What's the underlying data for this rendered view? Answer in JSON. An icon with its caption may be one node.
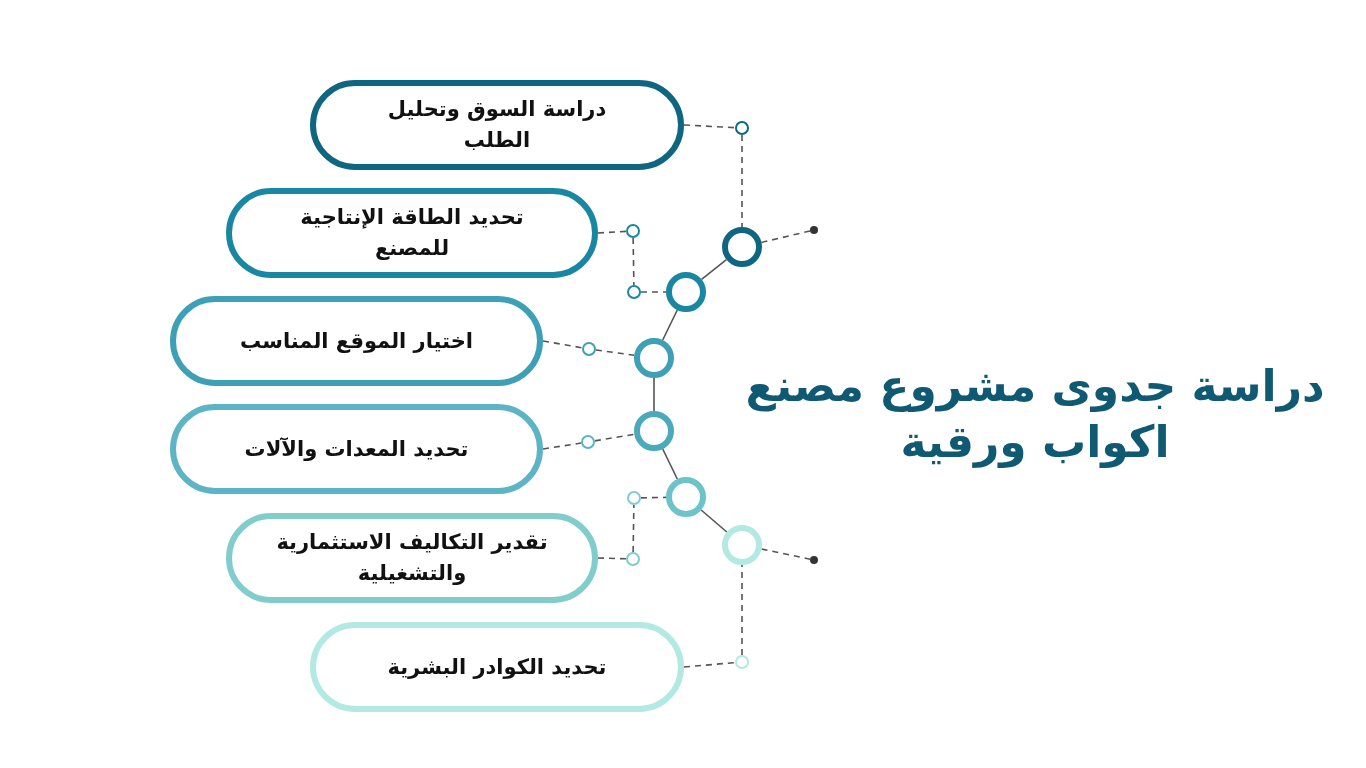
{
  "diagram": {
    "title": "دراسة جدوى مشروع مصنع اكواب ورقية",
    "nodes": [
      {
        "text": [
          "دراسة السوق وتحليل الطلب"
        ]
      },
      {
        "text": [
          "تحديد الطاقة الإنتاجية للمصنع"
        ]
      },
      {
        "text": [
          "اختيار الموقع المناسب"
        ]
      },
      {
        "text": [
          "تحديد المعدات والآلات"
        ]
      },
      {
        "text": [
          "تقدير التكاليف الاستثمارية والتشغيلية"
        ]
      },
      {
        "text": [
          "تحديد الكوادر البشرية"
        ]
      },
      {
        "text": [],
        "shape": "circle"
      },
      {
        "text": [],
        "shape": "circle"
      },
      {
        "text": [],
        "shape": "circle"
      },
      {
        "text": [],
        "shape": "circle"
      },
      {
        "text": [],
        "shape": "circle"
      },
      {
        "text": [],
        "shape": "circle"
      },
      {
        "text": [],
        "shape": "circle"
      },
      {
        "text": [],
        "shape": "circle"
      },
      {
        "text": [],
        "shape": "circle"
      },
      {
        "text": [],
        "shape": "circle"
      },
      {
        "text": [],
        "shape": "circle"
      },
      {
        "text": [],
        "shape": "circle"
      },
      {
        "text": [],
        "shape": "circle"
      },
      {
        "text": [],
        "shape": "circle"
      },
      {
        "text": [],
        "shape": "circle"
      },
      {
        "text": [],
        "shape": "circle"
      }
    ],
    "edges": [
      {
        "from": 0,
        "to": 6,
        "arrow": "none",
        "style": "dashed"
      },
      {
        "from": 6,
        "to": 9,
        "arrow": "none",
        "style": "dashed"
      },
      {
        "from": 1,
        "to": 8,
        "arrow": "none",
        "style": "dashed"
      },
      {
        "from": 8,
        "to": 10,
        "arrow": "none",
        "style": "dashed"
      },
      {
        "from": 10,
        "to": 11,
        "arrow": "none",
        "style": "dashed"
      },
      {
        "from": 2,
        "to": 12,
        "arrow": "none",
        "style": "dashed"
      },
      {
        "from": 12,
        "to": 13,
        "arrow": "none",
        "style": "dashed"
      },
      {
        "from": 3,
        "to": 15,
        "arrow": "none",
        "style": "dashed"
      },
      {
        "from": 15,
        "to": 14,
        "arrow": "none",
        "style": "dashed"
      },
      {
        "from": 4,
        "to": 19,
        "arrow": "none",
        "style": "dashed"
      },
      {
        "from": 19,
        "to": 17,
        "arrow": "none",
        "style": "dashed"
      },
      {
        "from": 17,
        "to": 16,
        "arrow": "none",
        "style": "dashed"
      },
      {
        "from": 5,
        "to": 21,
        "arrow": "none",
        "style": "dashed"
      },
      {
        "from": 21,
        "to": 18,
        "arrow": "none",
        "style": "dashed"
      },
      {
        "from": 9,
        "to": 11,
        "arrow": "none"
      },
      {
        "from": 11,
        "to": 13,
        "arrow": "none"
      },
      {
        "from": 13,
        "to": 14,
        "arrow": "none"
      },
      {
        "from": 14,
        "to": 16,
        "arrow": "none"
      },
      {
        "from": 16,
        "to": 18,
        "arrow": "none"
      },
      {
        "from": 9,
        "to": 7,
        "arrow": "none",
        "style": "dashed"
      },
      {
        "from": 18,
        "to": 20,
        "arrow": "none",
        "style": "dashed"
      }
    ]
  }
}
